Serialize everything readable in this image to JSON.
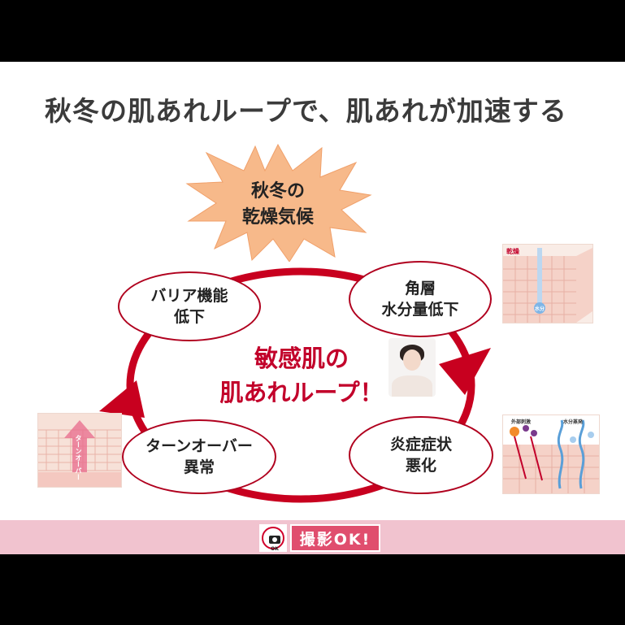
{
  "slide": {
    "title": "秋冬の肌あれループで、肌あれが加速する",
    "trigger": "秋冬の\n乾燥気候",
    "center": "敏感肌の\n肌あれループ！",
    "stages": {
      "barrier": "バリア機能\n低下",
      "moisture": "角層\n水分量低下",
      "turnover": "ターンオーバー\n異常",
      "inflammation": "炎症症状\n悪化"
    }
  },
  "images": {
    "turnover_label": "ターンオーバー",
    "dryness_label": "乾燥",
    "moisture_label": "水分",
    "irritant_label": "外部刺激",
    "evaporation_label": "水分蒸発"
  },
  "footer": {
    "camera_badge": "OK",
    "photo_ok": "撮影OK!"
  },
  "colors": {
    "accent_red": "#c2002a",
    "loop_red": "#c8001f",
    "burst_fill": "#f7b98a",
    "footer_pink": "#f1c3cf"
  }
}
